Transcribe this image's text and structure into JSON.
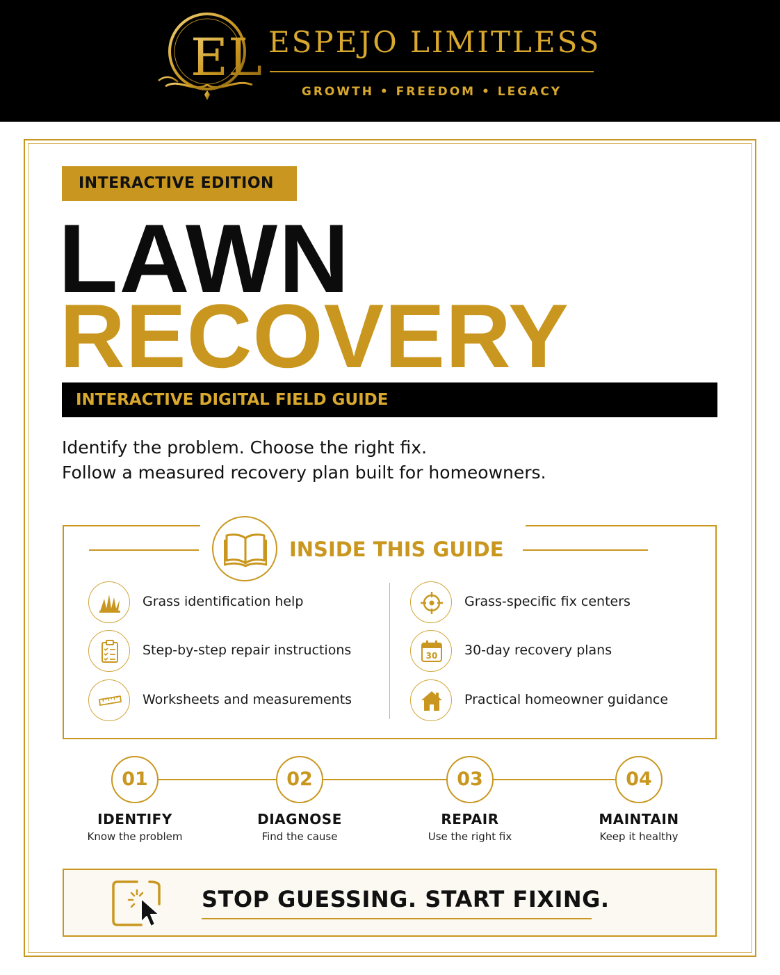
{
  "brand": {
    "logo_monogram": "EL",
    "name": "ESPEJO LIMITLESS",
    "tagline": "GROWTH • FREEDOM • LEGACY"
  },
  "cover": {
    "edition_badge": "INTERACTIVE EDITION",
    "title_line1": "LAWN",
    "title_line2": "RECOVERY",
    "subtitle": "INTERACTIVE DIGITAL FIELD GUIDE",
    "intro_line1": "Identify the problem. Choose the right fix.",
    "intro_line2": "Follow a measured recovery plan built for homeowners."
  },
  "guide": {
    "heading": "INSIDE THIS GUIDE",
    "heading_icon": "open-book-icon",
    "items": [
      {
        "label": "Grass identification help",
        "icon": "grass-icon"
      },
      {
        "label": "Step-by-step repair instructions",
        "icon": "clipboard-checklist-icon"
      },
      {
        "label": "Worksheets and measurements",
        "icon": "ruler-icon"
      },
      {
        "label": "Grass-specific fix centers",
        "icon": "crosshair-target-icon"
      },
      {
        "label": "30-day recovery plans",
        "icon": "calendar-icon",
        "icon_text": "30"
      },
      {
        "label": "Practical homeowner guidance",
        "icon": "house-icon"
      }
    ]
  },
  "steps": [
    {
      "number": "01",
      "title": "IDENTIFY",
      "subtitle": "Know the problem"
    },
    {
      "number": "02",
      "title": "DIAGNOSE",
      "subtitle": "Find the cause"
    },
    {
      "number": "03",
      "title": "REPAIR",
      "subtitle": "Use the right fix"
    },
    {
      "number": "04",
      "title": "MAINTAIN",
      "subtitle": "Keep it healthy"
    }
  ],
  "cta": {
    "text": "STOP GUESSING. START FIXING.",
    "icon": "tap-cursor-icon"
  },
  "colors": {
    "gold": "#c9971f",
    "gold_light": "#d9a82e",
    "black": "#000000",
    "white": "#ffffff"
  }
}
